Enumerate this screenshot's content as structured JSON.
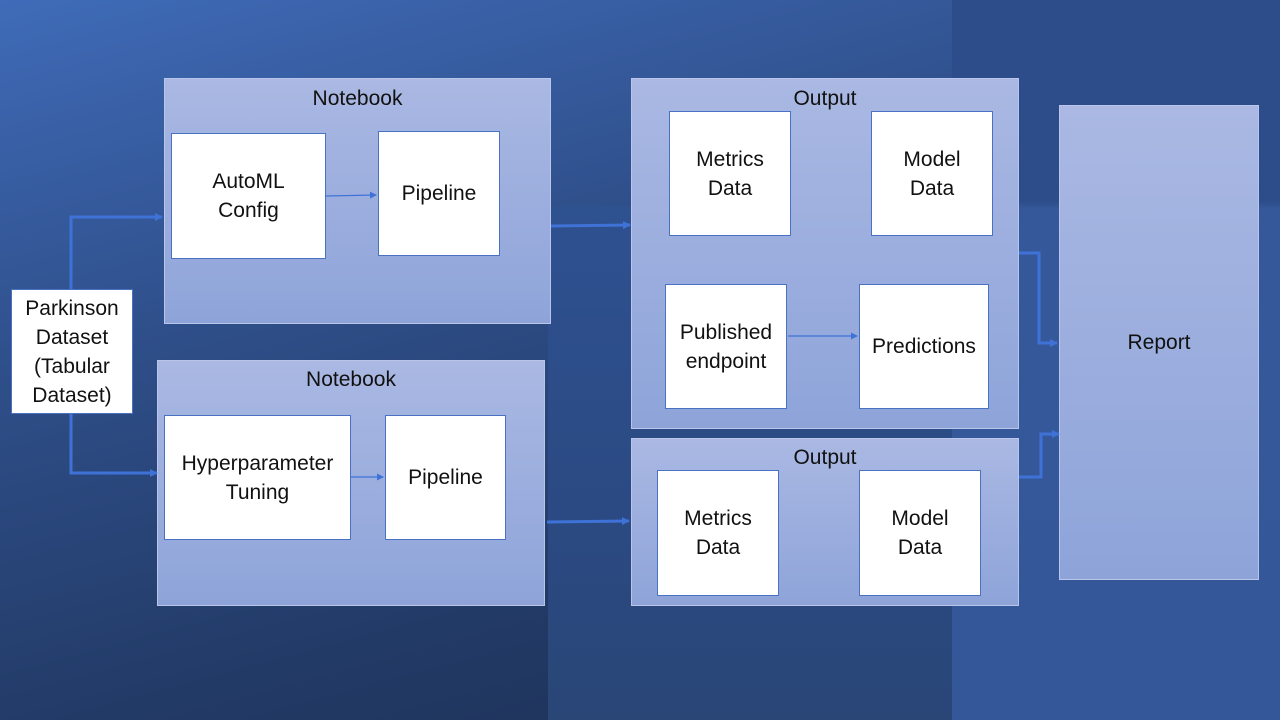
{
  "colors": {
    "arrow": "#3f72d6",
    "panel": "#9aaddd",
    "box_border": "#4a72c4"
  },
  "source": {
    "label": "Parkinson\nDataset\n(Tabular\nDataset)"
  },
  "notebook_top": {
    "title": "Notebook",
    "automl_config": "AutoML\nConfig",
    "pipeline": "Pipeline"
  },
  "notebook_bottom": {
    "title": "Notebook",
    "hyperparameter_tuning": "Hyperparameter\nTuning",
    "pipeline": "Pipeline"
  },
  "output_top": {
    "title": "Output",
    "metrics_data": "Metrics\nData",
    "model_data": "Model\nData",
    "published_endpoint": "Published\nendpoint",
    "predictions": "Predictions"
  },
  "output_bottom": {
    "title": "Output",
    "metrics_data": "Metrics\nData",
    "model_data": "Model\nData"
  },
  "report": {
    "label": "Report"
  }
}
